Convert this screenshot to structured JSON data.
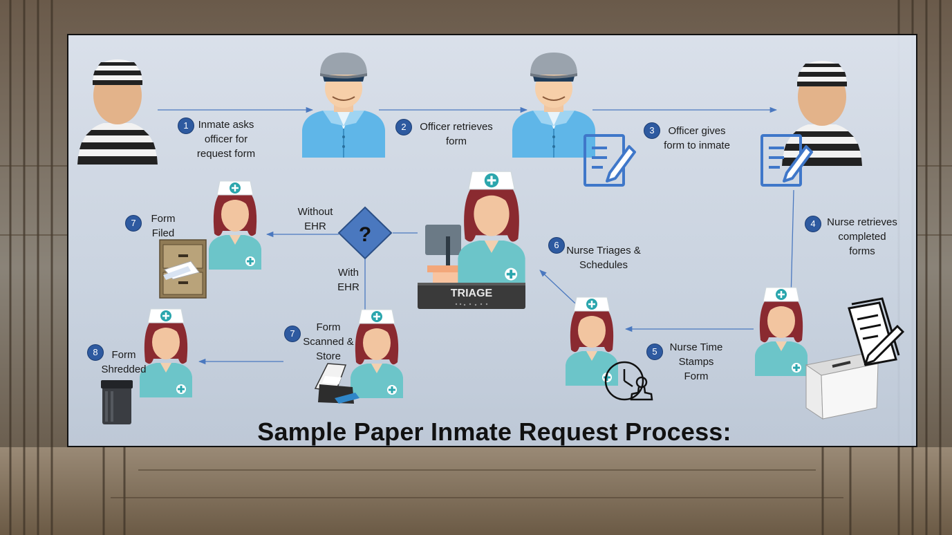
{
  "title": "Sample Paper Inmate Request Process:",
  "steps": {
    "s1": {
      "num": "1",
      "line1": "Inmate asks",
      "line2": "officer for",
      "line3": "request form"
    },
    "s2": {
      "num": "2",
      "line1": "Officer retrieves",
      "line2": "form"
    },
    "s3": {
      "num": "3",
      "line1": "Officer gives",
      "line2": "form to inmate"
    },
    "s4": {
      "num": "4",
      "line1": "Nurse retrieves",
      "line2": "completed",
      "line3": "forms"
    },
    "s5": {
      "num": "5",
      "line1": "Nurse Time",
      "line2": "Stamps",
      "line3": "Form"
    },
    "s6": {
      "num": "6",
      "line1": "Nurse Triages &",
      "line2": "Schedules"
    },
    "s7a": {
      "num": "7",
      "line1": "Form",
      "line2": "Filed"
    },
    "s7b": {
      "num": "7",
      "line1": "Form",
      "line2": "Scanned &",
      "line3": "Store"
    },
    "s8": {
      "num": "8",
      "line1": "Form",
      "line2": "Shredded"
    }
  },
  "decision": {
    "symbol": "?",
    "without_l1": "Without",
    "without_l2": "EHR",
    "with_l1": "With",
    "with_l2": "EHR"
  },
  "triage_sign": "TRIAGE",
  "colors": {
    "accent": "#2e5aa0",
    "arrow": "#4a78bf",
    "diamond": "#4a78bf",
    "scrub": "#6cc5c9",
    "officer": "#5fb6e8"
  },
  "icons": [
    "inmate-icon",
    "officer-icon",
    "nurse-icon",
    "form-icon",
    "filing-cabinet-icon",
    "printer-icon",
    "shredder-icon",
    "clock-icon",
    "stamp-icon",
    "ballot-box-icon",
    "triage-desk-icon",
    "decision-diamond"
  ]
}
